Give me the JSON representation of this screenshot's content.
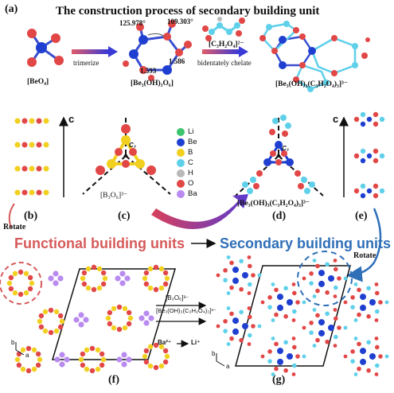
{
  "header": {
    "panel_a": "(a)",
    "title": "The construction process of secondary building unit"
  },
  "row_a": {
    "beo4_label": "[BeO₄]",
    "trimerize_label": "trimerize",
    "be3_label": "[Be₃(OH)₃O₆]",
    "angle_1": "125.978°",
    "angle_2": "109.303°",
    "bond_1": "1.593",
    "bond_2": "1.586",
    "ligand_label": "[C₃H₂O₄]²⁻",
    "chelate_label": "bidentately  chelate",
    "product_label": "[Be₃(OH)₃(C₃H₂O₄)₃]³⁻"
  },
  "panels": {
    "b": "(b)",
    "c": "(c)",
    "d": "(d)",
    "e": "(e)",
    "f": "(f)",
    "g": "(g)"
  },
  "row_b": {
    "c_axis_left": "c",
    "c_axis_right": "c",
    "b3o6_label": "[B₃O₆]³⁻",
    "c3_left": "C₃",
    "c3_right": "C₃",
    "d_label": "[Be₃(OH)₃(C₃H₂O₄)₃]³⁻",
    "rotate_left": "Rotate",
    "rotate_right": "Rotate"
  },
  "legend": [
    {
      "label": "Li",
      "color": "#3ec46d"
    },
    {
      "label": "Be",
      "color": "#1f3fd1"
    },
    {
      "label": "B",
      "color": "#f2d020"
    },
    {
      "label": "C",
      "color": "#5fd0ea"
    },
    {
      "label": "H",
      "color": "#b9b9b9"
    },
    {
      "label": "O",
      "color": "#e24747"
    },
    {
      "label": "Ba",
      "color": "#b98bf0"
    }
  ],
  "middle": {
    "functional": "Functional building units",
    "secondary": "Secondary building units"
  },
  "bottom": {
    "sub_1": "[B₃O₆]³⁻",
    "sub_2": "[Be₃(OH)₃(C₃H₂O₄)₃]³⁻",
    "sub_3": "Ba²⁺",
    "sub_4": "Li⁺",
    "axis_b": "b",
    "axis_a": "a"
  },
  "colors": {
    "be": "#1f3fd1",
    "o": "#e24747",
    "b": "#f2d020",
    "c": "#5fd0ea",
    "ba": "#b98bf0",
    "red_accent": "#d65a5a",
    "blue_accent": "#2f6fb8"
  }
}
